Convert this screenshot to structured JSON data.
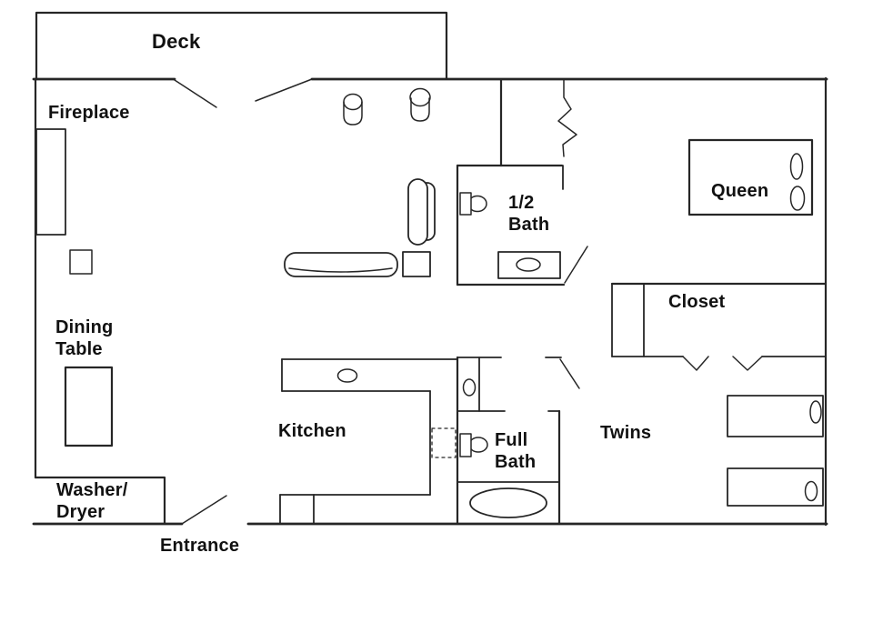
{
  "colors": {
    "line": "#262626",
    "background": "#ffffff",
    "text": "#111111"
  },
  "labels": {
    "deck": "Deck",
    "fireplace": "Fireplace",
    "half_bath_line1": "1/2",
    "half_bath_line2": "Bath",
    "queen": "Queen",
    "closet": "Closet",
    "dining_line1": "Dining",
    "dining_line2": "Table",
    "kitchen": "Kitchen",
    "full_bath_line1": "Full",
    "full_bath_line2": "Bath",
    "twins": "Twins",
    "washer_dryer_line1": "Washer/",
    "washer_dryer_line2": "Dryer",
    "entrance": "Entrance"
  },
  "fixtures": [
    "fireplace",
    "dining-table",
    "washer-dryer-room",
    "kitchen-counter",
    "kitchen-sink",
    "dishwasher",
    "bar-stool",
    "sofa",
    "loveseat",
    "side-table",
    "small-table",
    "toilet",
    "vanity-sink",
    "bathtub",
    "queen-bed",
    "twin-bed",
    "pillow",
    "closet-bifold-door",
    "door-swing",
    "stair-break"
  ]
}
